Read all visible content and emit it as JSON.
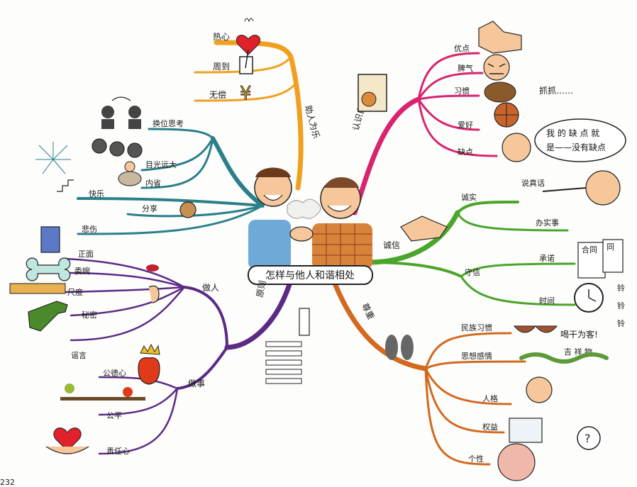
{
  "center": {
    "title": "怎样与他人和谐相处"
  },
  "branches": {
    "help": {
      "label": "助人为乐",
      "children": [
        "热心",
        "周到",
        "无偿"
      ]
    },
    "know_self": {
      "label": "认识自己",
      "children": [
        "优点",
        "脾气",
        "习惯",
        "爱好",
        "缺点"
      ],
      "scratch": "抓抓……",
      "bubble_line1": "我 的 缺 点 就",
      "bubble_line2": "是——没有缺点"
    },
    "honesty": {
      "label": "诚信",
      "sub": [
        {
          "label": "诚实",
          "children": [
            "说真话",
            "办实事"
          ]
        },
        {
          "label": "守信",
          "children": [
            "承诺",
            "时间"
          ]
        }
      ],
      "contract": "合同",
      "contract2": "同",
      "ring": "铃\n铃\n铃"
    },
    "respect": {
      "label": "尊重",
      "children": [
        "民族习惯",
        "思想感情",
        "人格",
        "权益",
        "个性"
      ],
      "toast": "喝干为客!",
      "snake": "吉 祥 物"
    },
    "principle": {
      "label": "原则",
      "sub": [
        {
          "label": "做人",
          "children": [
            "正面",
            "委婉",
            "尺度",
            "秘密",
            "谣言"
          ]
        },
        {
          "label": "做事",
          "children": [
            "公德心",
            "公平",
            "责任心"
          ]
        }
      ]
    },
    "empathy": {
      "label_a": "换位思考",
      "label_b": "目光远大",
      "label_c": "内省",
      "label_d": "快乐",
      "label_e": "分享",
      "label_f": "悲伤"
    }
  },
  "corner": {
    "page_num": "232"
  },
  "colors": {
    "orange": "#f0a020",
    "magenta": "#d8246e",
    "green": "#4aa52a",
    "brown": "#d2691e",
    "purple": "#5b2a86",
    "teal": "#2a7f8a"
  }
}
